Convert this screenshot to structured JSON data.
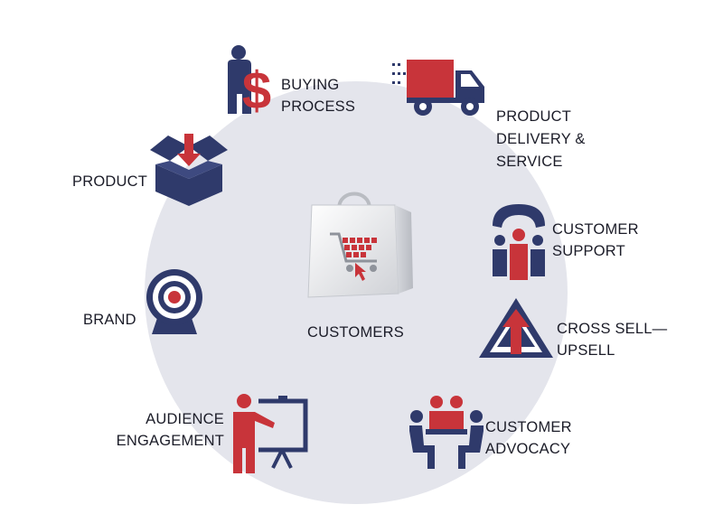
{
  "center": {
    "label": "CUSTOMERS",
    "icon": "shopping-bag-cart-icon"
  },
  "nodes": [
    {
      "id": "buying-process",
      "label": "BUYING\nPROCESS",
      "icon": "buyer-dollar-icon"
    },
    {
      "id": "product-delivery",
      "label": "PRODUCT\nDELIVERY &\nSERVICE",
      "icon": "delivery-truck-icon"
    },
    {
      "id": "customer-support",
      "label": "CUSTOMER\nSUPPORT",
      "icon": "support-phone-icon"
    },
    {
      "id": "cross-sell",
      "label": "CROSS SELL—\nUPSELL",
      "icon": "pyramid-arrow-icon"
    },
    {
      "id": "customer-advocacy",
      "label": "CUSTOMER\nADVOCACY",
      "icon": "people-meeting-icon"
    },
    {
      "id": "audience-engagement",
      "label": "AUDIENCE\nENGAGEMENT",
      "icon": "presenter-board-icon"
    },
    {
      "id": "brand",
      "label": "BRAND",
      "icon": "target-icon"
    },
    {
      "id": "product",
      "label": "PRODUCT",
      "icon": "open-box-icon"
    }
  ],
  "colors": {
    "navy": "#2f3a6b",
    "red": "#c8343a",
    "circle": "#e4e5ec",
    "text": "#1b1c28"
  }
}
